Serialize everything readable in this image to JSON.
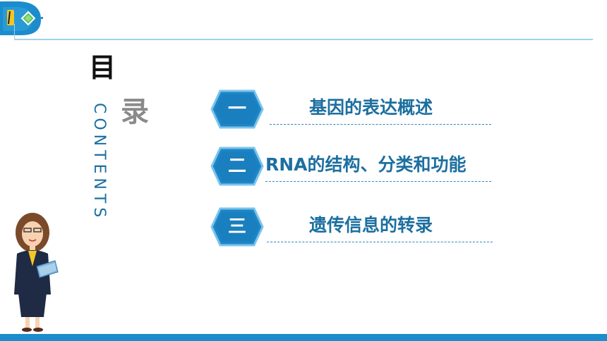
{
  "header": {
    "logo_icon": "book-diamond-logo-icon",
    "accent_color": "#1b8ccc"
  },
  "title": {
    "mu": "目",
    "lu": "录",
    "contents": "CONTENTS"
  },
  "items": [
    {
      "number": "一",
      "label": "基因的表达概述"
    },
    {
      "number": "二",
      "label": "RNA的结构、分类和功能"
    },
    {
      "number": "三",
      "label": "遗传信息的转录"
    }
  ],
  "illustration": {
    "icon": "teacher-holding-book-illustration"
  }
}
